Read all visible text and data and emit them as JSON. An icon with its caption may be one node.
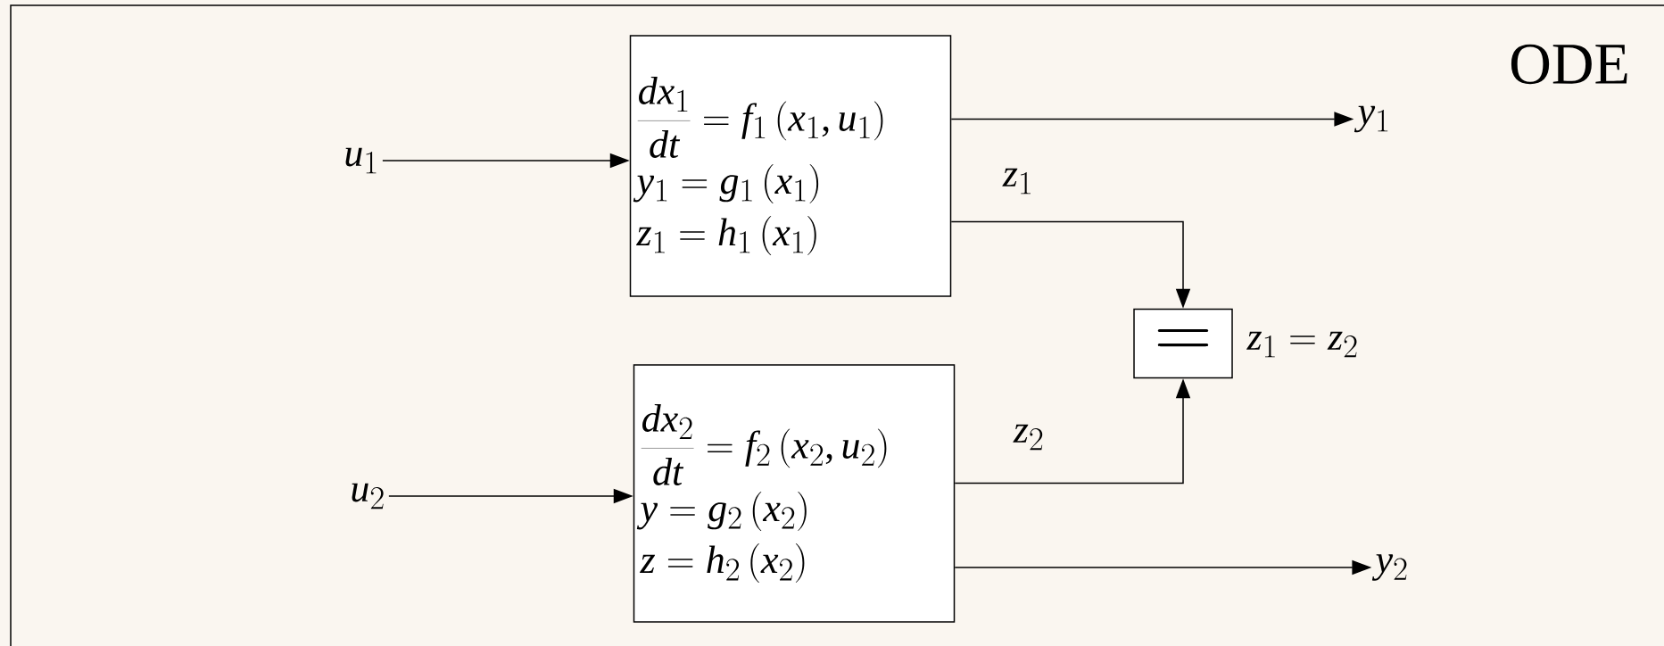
{
  "diagram": {
    "title": "ODE",
    "nodes": [
      {
        "text": [
          "u_1"
        ]
      },
      {
        "text": [
          "\\frac{dx_1}{dt} = f_1\\left(x_1, u_1\\right)",
          "y_1 = g_1\\left(x_1\\right)",
          "z_1 = h_1\\left(x_1\\right)"
        ]
      },
      {
        "text": [
          "y_1"
        ]
      },
      {
        "text": [
          "="
        ],
        "beside": [
          "z_1 = z_2"
        ]
      },
      {
        "text": [
          "u_2"
        ]
      },
      {
        "text": [
          "\\frac{dx_2}{dt} = f_2\\left(x_2, u_2\\right)",
          "y = g_2\\left(x_2\\right)",
          "z = h_2\\left(x_2\\right)"
        ]
      },
      {
        "text": [
          "y_2"
        ]
      }
    ],
    "edges": [
      {
        "from": 0,
        "to": 1,
        "arrow": "to"
      },
      {
        "from": 1,
        "to": 2,
        "arrow": "to"
      },
      {
        "from": 1,
        "to": 3,
        "arrow": "to",
        "label": "z_1"
      },
      {
        "from": 5,
        "to": 3,
        "arrow": "to",
        "label": "z_2"
      },
      {
        "from": 4,
        "to": 5,
        "arrow": "to"
      },
      {
        "from": 5,
        "to": 6,
        "arrow": "to"
      }
    ]
  }
}
